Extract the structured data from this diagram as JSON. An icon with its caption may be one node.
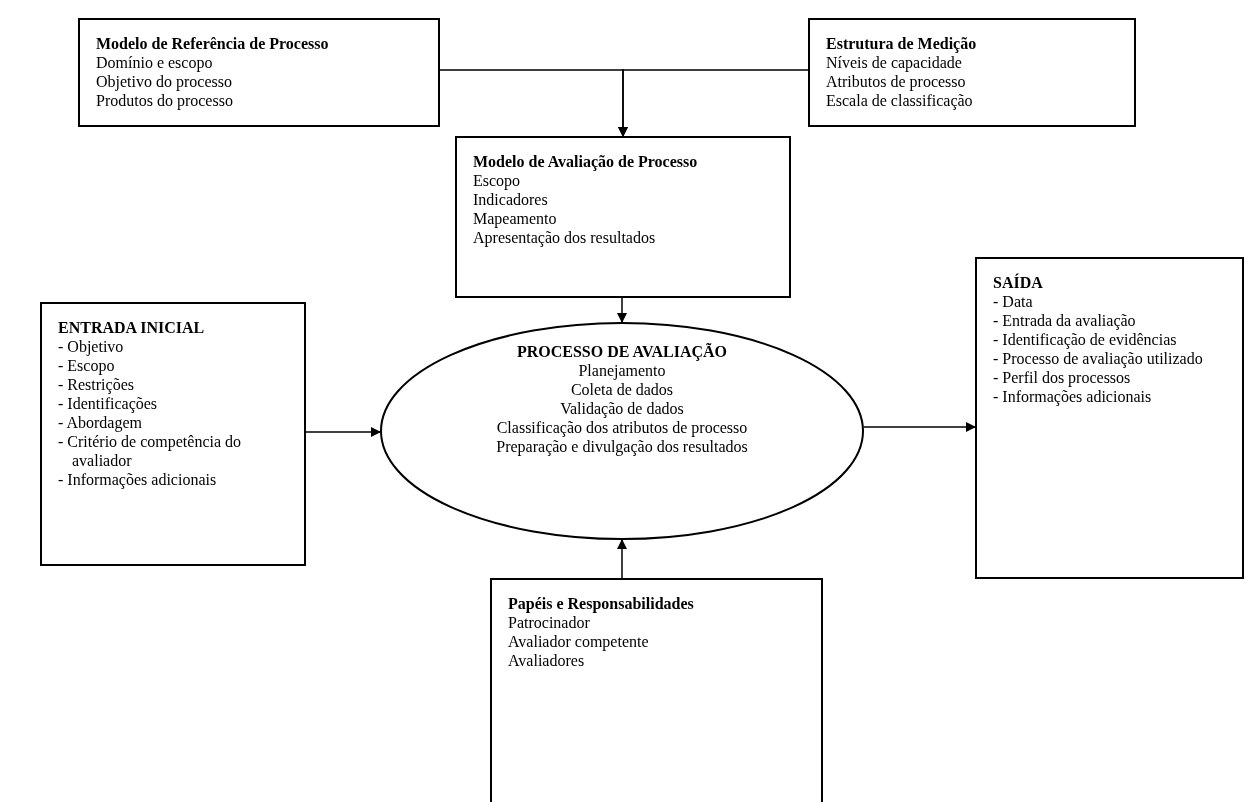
{
  "diagram": {
    "nodes": [
      {
        "text": [
          "Modelo de Referência de Processo",
          "Domínio e escopo",
          "Objetivo do processo",
          "Produtos do processo"
        ]
      },
      {
        "text": [
          "Estrutura de Medição",
          "Níveis de capacidade",
          "Atributos de processo",
          "Escala de classificação"
        ]
      },
      {
        "text": [
          "Modelo de Avaliação de Processo",
          "Escopo",
          "Indicadores",
          "Mapeamento",
          "Apresentação dos resultados"
        ]
      },
      {
        "text": [
          "PROCESSO DE AVALIAÇÃO",
          "Planejamento",
          "Coleta de dados",
          "Validação de dados",
          "Classificação dos atributos de processo",
          "Preparação e divulgação dos resultados"
        ]
      },
      {
        "text": [
          "ENTRADA INICIAL",
          "- Objetivo",
          "- Escopo",
          "- Restrições",
          "- Identificações",
          "- Abordagem",
          "- Critério de competência do avaliador",
          "- Informações adicionais"
        ]
      },
      {
        "text": [
          "SAÍDA",
          "- Data",
          "- Entrada da avaliação",
          "- Identificação de evidências",
          "- Processo de avaliação utilizado",
          "- Perfil dos processos",
          "- Informações adicionais"
        ]
      },
      {
        "text": [
          "Papéis e Responsabilidades",
          "Patrocinador",
          "Avaliador competente",
          "Avaliadores"
        ]
      }
    ],
    "edges": [
      {
        "from": 0,
        "to": 2,
        "arrow": "to"
      },
      {
        "from": 1,
        "to": 2,
        "arrow": "to"
      },
      {
        "from": 2,
        "to": 3,
        "arrow": "to"
      },
      {
        "from": 4,
        "to": 3,
        "arrow": "to"
      },
      {
        "from": 3,
        "to": 5,
        "arrow": "to"
      },
      {
        "from": 6,
        "to": 3,
        "arrow": "to"
      }
    ]
  }
}
